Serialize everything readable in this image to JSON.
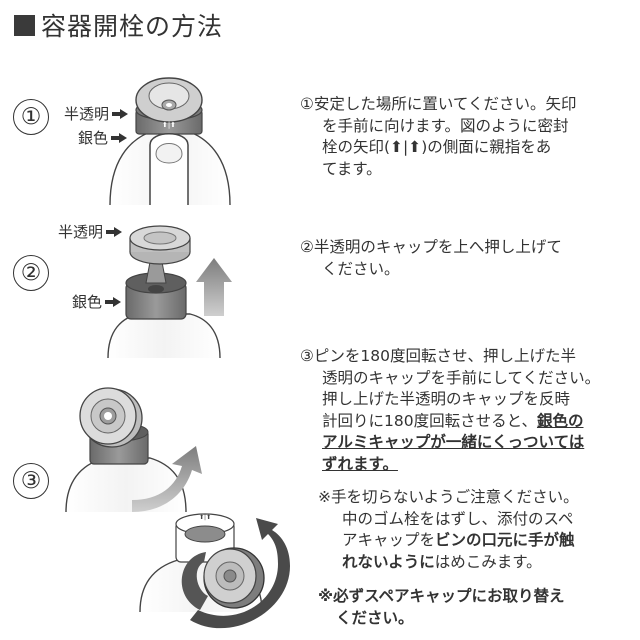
{
  "title": "容器開栓の方法",
  "steps": [
    {
      "number": "①",
      "labels": [
        "半透明",
        "銀色"
      ],
      "lines": [
        "①安定した場所に置いてください。矢印",
        "を手前に向けます。図のように密封",
        "栓の矢印(⬆|⬆)の側面に親指をあ",
        "てます。"
      ]
    },
    {
      "number": "②",
      "labels": [
        "半透明",
        "銀色"
      ],
      "lines": [
        "②半透明のキャップを上へ押し上げて",
        "ください。"
      ]
    },
    {
      "number": "③",
      "line1": "③ピンを180度回転させ、押し上げた半",
      "line2": "透明のキャップを手前にしてください。",
      "line3": "押し上げた半透明のキャップを反時",
      "line4a": "計回りに180度回転させると、",
      "line4b": "銀色の",
      "line5": "アルミキャップが一緒にくっついては",
      "line6": "ずれます。"
    }
  ],
  "notes": {
    "n1_line1": "※手を切らないようご注意ください。",
    "n1_line2": "中のゴム栓をはずし、添付のスペ",
    "n1_line3a": "アキャップを",
    "n1_line3b": "ビンの口元に手が触",
    "n1_line4a": "れないように",
    "n1_line4b": "はめこみます。",
    "n2_line1": "※必ずスペアキャップにお取り替え",
    "n2_line2": "ください。"
  },
  "colors": {
    "dark": "#333333",
    "silver": "#8a8a8a",
    "translucent": "#c8c8c8",
    "arrow_gray": "#8c8c8c"
  },
  "icons": [
    "circled-number-1",
    "circled-number-2",
    "circled-number-3",
    "pointer-arrow-icon",
    "up-arrow-icon",
    "rotate-arrow-icon"
  ]
}
